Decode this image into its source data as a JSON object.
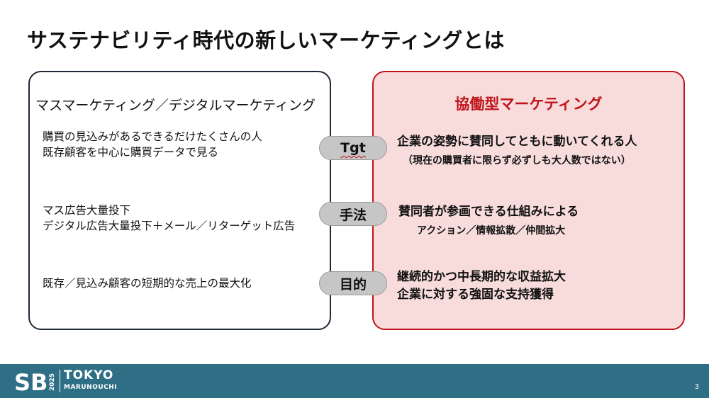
{
  "slide": {
    "title": "サステナビリティ時代の新しいマーケティングとは",
    "page_number": "3"
  },
  "left_panel": {
    "heading": "マスマーケティング／デジタルマーケティング",
    "items": [
      {
        "lines": [
          "購買の見込みがあるできるだけたくさんの人",
          "既存顧客を中心に購買データで見る"
        ]
      },
      {
        "lines": [
          "マス広告大量投下",
          "デジタル広告大量投下＋メール／リターゲット広告"
        ]
      },
      {
        "lines": [
          "既存／見込み顧客の短期的な売上の最大化"
        ]
      }
    ]
  },
  "center_pills": [
    "Tgt",
    "手法",
    "目的"
  ],
  "right_panel": {
    "heading": "協働型マーケティング",
    "items": [
      {
        "main": "企業の姿勢に賛同してともに動いてくれる人",
        "sub": "（現在の購買者に限らず必ずしも大人数ではない）"
      },
      {
        "main": "賛同者が参画できる仕組みによる",
        "sub": "アクション／情報拡散／仲間拡大"
      },
      {
        "main": "継続的かつ中長期的な収益拡大",
        "sub": "企業に対する強固な支持獲得"
      }
    ]
  },
  "footer": {
    "logo_letters": "SB",
    "year": "2025",
    "city": "TOKYO",
    "district": "MARUNOUCHI"
  },
  "colors": {
    "accent_red": "#c0141a",
    "right_panel_bg": "#f8dcdc",
    "footer_bg": "#2f6f86",
    "pill_bg": "#c6c6c6"
  }
}
